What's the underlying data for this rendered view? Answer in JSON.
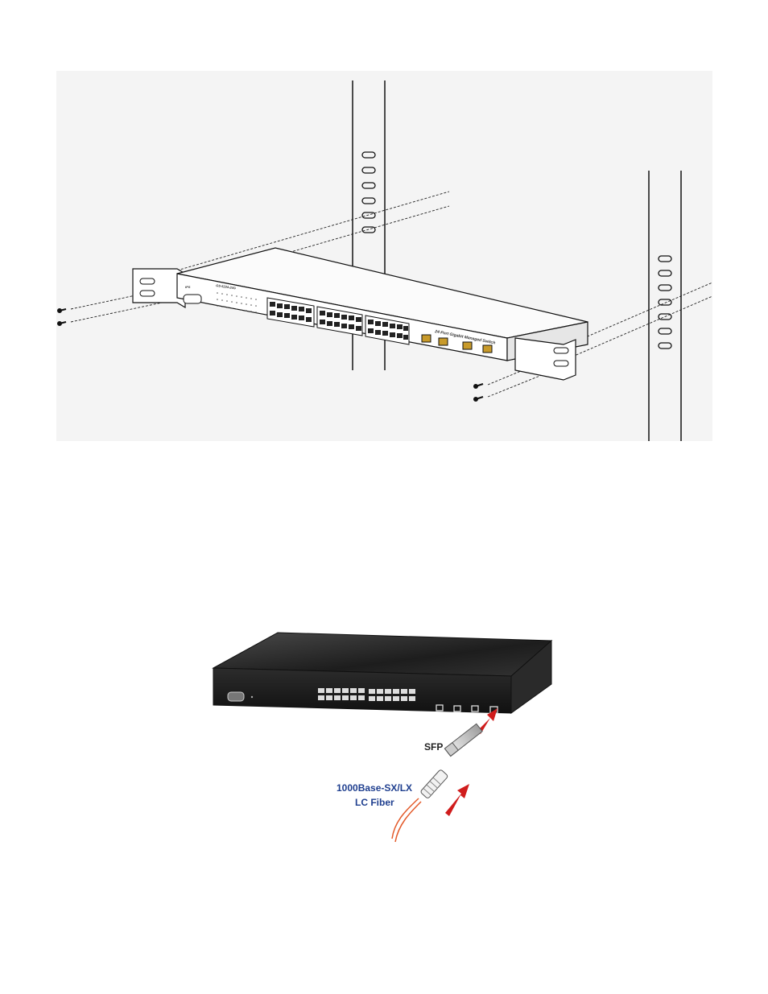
{
  "figure1": {
    "switch_model_label": "GS-5224-24G",
    "switch_title": "24-Port Gigabit Managed Switch"
  },
  "figure2": {
    "sfp_label": "SFP",
    "fiber_label_line1": "1000Base-SX/LX",
    "fiber_label_line2": "LC Fiber",
    "colors": {
      "label_blue": "#1f3f8f",
      "arrow_red": "#d01c1c",
      "fiber_orange": "#e35a2a"
    }
  }
}
